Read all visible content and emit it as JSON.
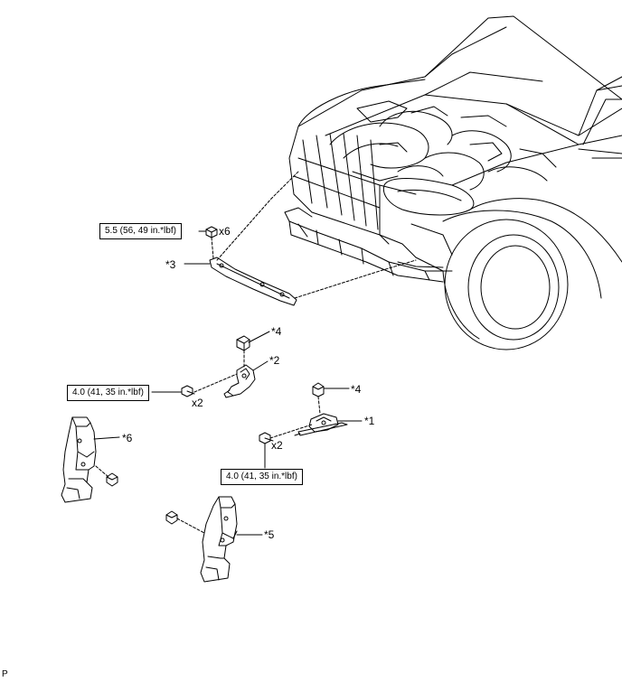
{
  "torque_specs": {
    "top": "5.5 (56, 49 in.*lbf)",
    "middle": "4.0 (41, 35 in.*lbf)",
    "bottom": "4.0 (41, 35 in.*lbf)"
  },
  "quantities": {
    "top": "x6",
    "middle": "x2",
    "bottom": "x2"
  },
  "callouts": {
    "c1": "*1",
    "c2": "*2",
    "c3": "*3",
    "c4a": "*4",
    "c4b": "*4",
    "c5": "*5",
    "c6": "*6"
  },
  "corner_code": "P"
}
